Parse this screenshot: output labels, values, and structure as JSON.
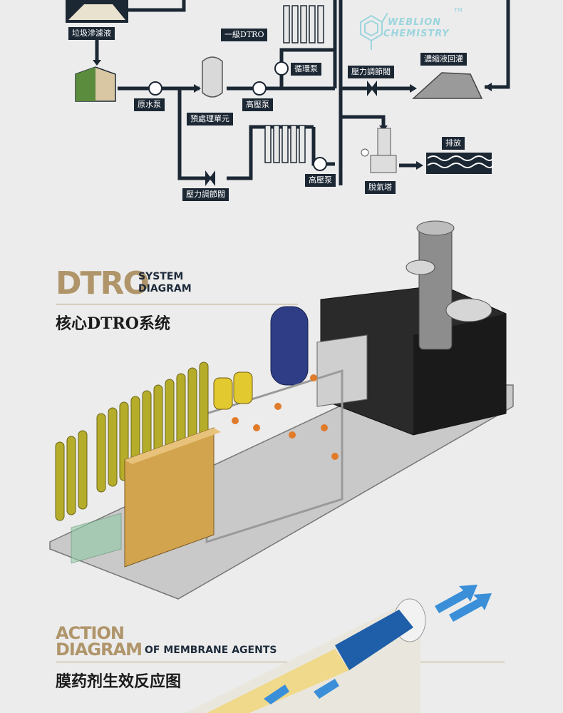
{
  "flow": {
    "labels": {
      "leachate": "垃圾滲濾液",
      "raw_pump": "原水泵",
      "pretreat": "預處理單元",
      "high_pump_1": "高壓泵",
      "stage1": "一級DTRO",
      "circ_pump": "循環泵",
      "valve_top": "壓力調節閥",
      "concentrate": "濃縮液回灌",
      "discharge": "排放",
      "degas": "脫氣塔",
      "high_pump_2": "高壓泵",
      "valve_bottom": "壓力調節閥"
    }
  },
  "logo": {
    "line1": "WEBLION",
    "line2": "CHEMISTRY",
    "tm": "TM"
  },
  "dtro_section": {
    "big": "DTRO",
    "system": "SYSTEM",
    "diagram": "DIAGRAM",
    "cn": "核心DTRO系统"
  },
  "action_section": {
    "line1": "ACTION",
    "line2": "DIAGRAM",
    "suffix": "OF MEMBRANE AGENTS",
    "cn": "膜药剂生效反应图"
  },
  "colors": {
    "pipe": "#1c2734",
    "gold": "#b0956a",
    "navy": "#1d2a3a",
    "background": "#ececec"
  }
}
